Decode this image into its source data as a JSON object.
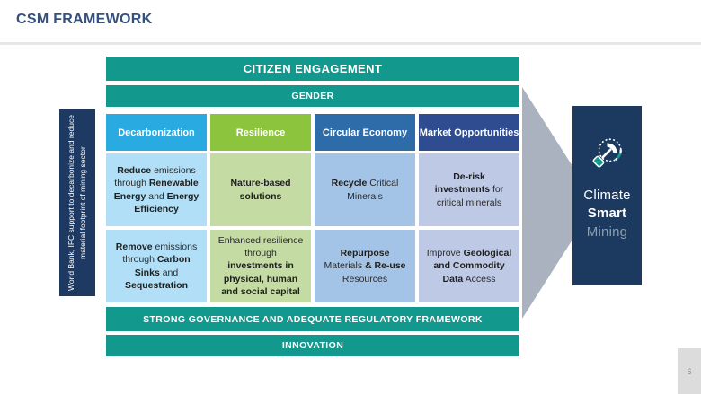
{
  "slide": {
    "title": "CSM FRAMEWORK",
    "page_number": "6"
  },
  "colors": {
    "teal": "#13988E",
    "navy_box": "#1C3A5F",
    "navy_left_bar": "#1E3A62",
    "arrow_gray": "#A9B2BE",
    "title_blue": "#35507C"
  },
  "framework": {
    "left_bar_label": "World Bank, IFC support to decarbonize and reduce material footprint of mining sector",
    "top_bars": {
      "citizen": "CITIZEN ENGAGEMENT",
      "gender": "GENDER"
    },
    "bottom_bars": {
      "governance": "STRONG GOVERNANCE AND ADEQUATE REGULATORY FRAMEWORK",
      "innovation": "INNOVATION"
    },
    "columns": [
      {
        "header": "Decarbonization",
        "header_color": "#29ABE2",
        "cell_color": "#B0DFF7",
        "cells": [
          {
            "segments": [
              {
                "t": "Reduce",
                "b": true
              },
              {
                "t": " emissions through ",
                "b": false
              },
              {
                "t": "Renewable Energy",
                "b": true
              },
              {
                "t": " and ",
                "b": false
              },
              {
                "t": "Energy Efficiency",
                "b": true
              }
            ]
          },
          {
            "segments": [
              {
                "t": "Remove",
                "b": true
              },
              {
                "t": " emissions through ",
                "b": false
              },
              {
                "t": "Carbon Sinks",
                "b": true
              },
              {
                "t": " and ",
                "b": false
              },
              {
                "t": "Sequestration",
                "b": true
              }
            ]
          }
        ]
      },
      {
        "header": "Resilience",
        "header_color": "#8CC43E",
        "cell_color": "#C4DCA4",
        "cells": [
          {
            "segments": [
              {
                "t": "Nature-based solutions",
                "b": true
              }
            ]
          },
          {
            "segments": [
              {
                "t": "Enhanced resilience through ",
                "b": false
              },
              {
                "t": "investments in physical, human and social capital",
                "b": true
              }
            ]
          }
        ]
      },
      {
        "header": "Circular Economy",
        "header_color": "#2D6CA8",
        "cell_color": "#A3C4E6",
        "cells": [
          {
            "segments": [
              {
                "t": "Recycle",
                "b": true
              },
              {
                "t": " Critical Minerals",
                "b": false
              }
            ]
          },
          {
            "segments": [
              {
                "t": "Repurpose",
                "b": true
              },
              {
                "t": " Materials ",
                "b": false
              },
              {
                "t": "& Re-use",
                "b": true
              },
              {
                "t": " Resources",
                "b": false
              }
            ]
          }
        ]
      },
      {
        "header": "Market Opportunities",
        "header_color": "#2E4C8F",
        "cell_color": "#BDC9E5",
        "cells": [
          {
            "segments": [
              {
                "t": "De-risk investments",
                "b": true
              },
              {
                "t": " for critical minerals",
                "b": false
              }
            ]
          },
          {
            "segments": [
              {
                "t": "Improve ",
                "b": false
              },
              {
                "t": "Geological and Commodity Data",
                "b": true
              },
              {
                "t": " Access",
                "b": false
              }
            ]
          }
        ]
      }
    ]
  },
  "logo": {
    "icon": "lightbulb-pickaxe-icon",
    "line1": "Climate",
    "line2": "Smart",
    "line3": "Mining"
  }
}
